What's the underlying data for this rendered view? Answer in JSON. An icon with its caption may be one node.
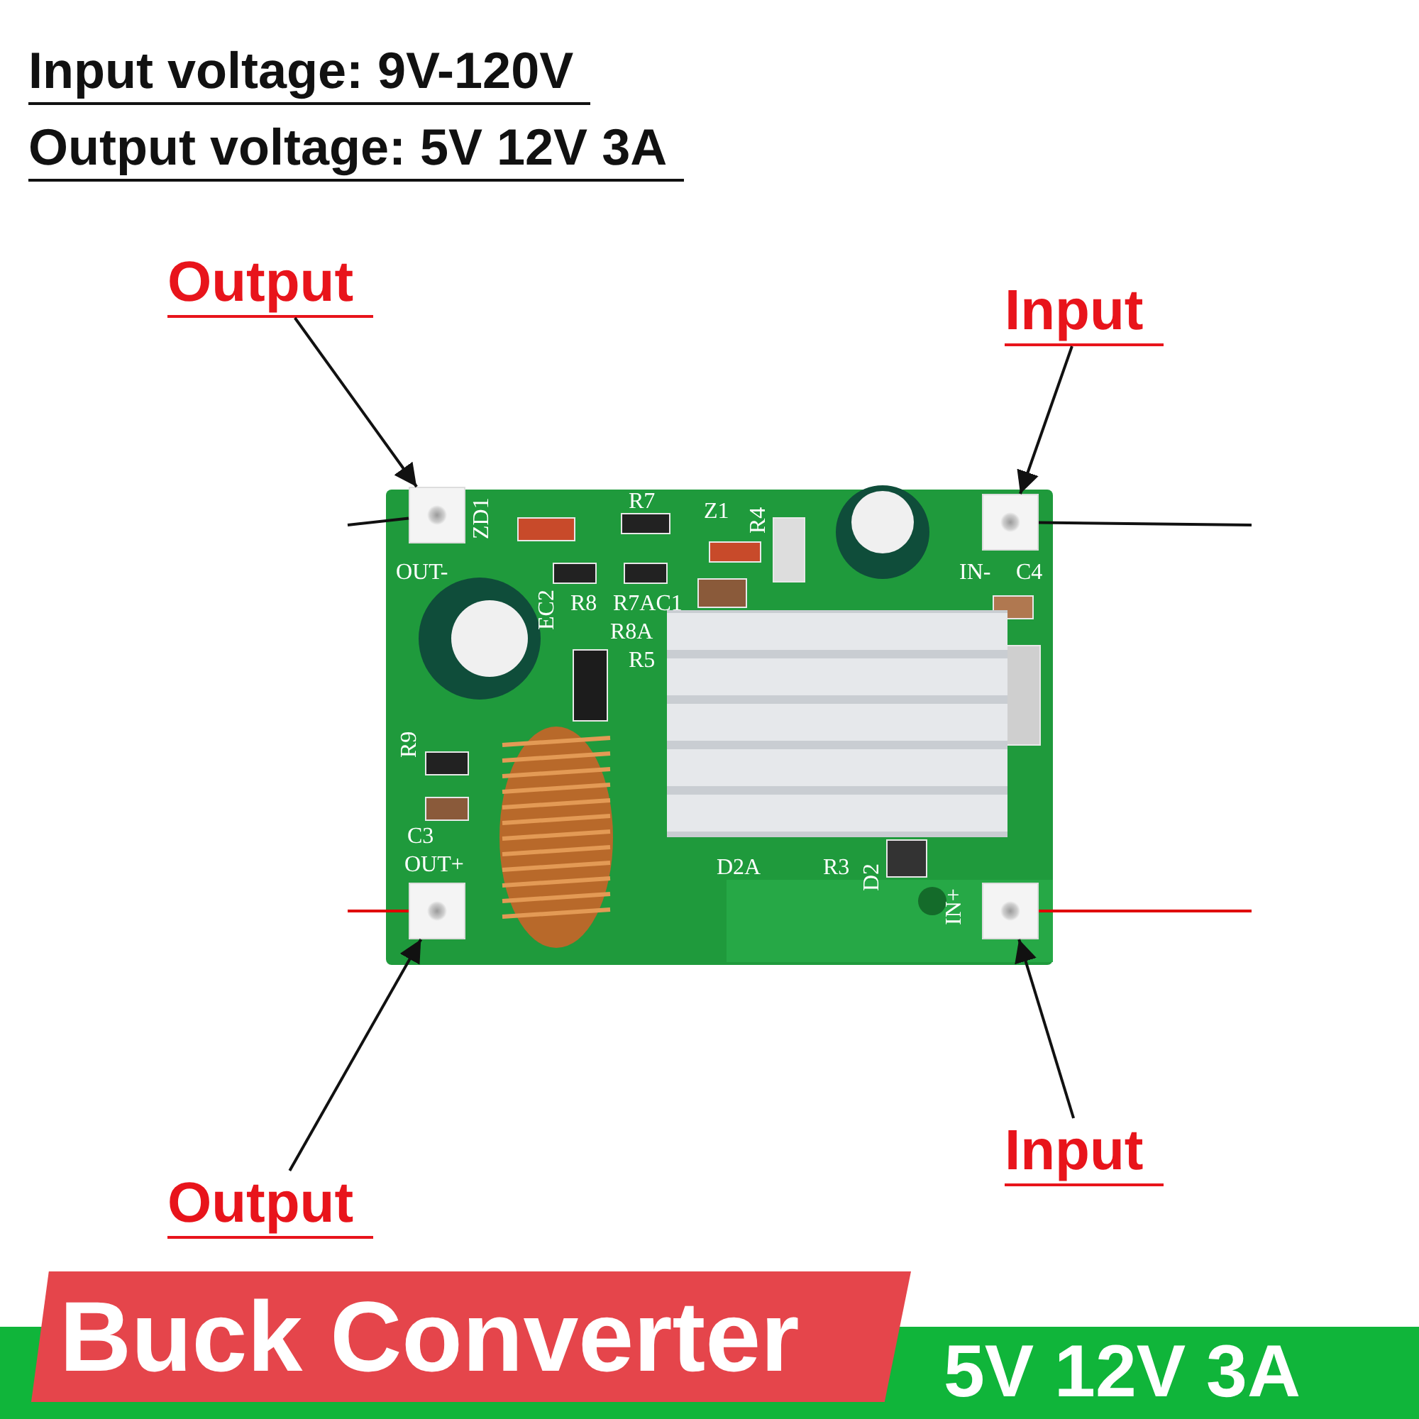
{
  "diagram": {
    "nodes": [
      {
        "text": [
          "Output"
        ]
      },
      {
        "text": [
          "Input"
        ]
      },
      {
        "text": [
          "Output"
        ]
      },
      {
        "text": [
          "Input"
        ]
      },
      {
        "text": [],
        "shape": "box",
        "beside": [
          "OUT-"
        ]
      },
      {
        "text": [],
        "shape": "box",
        "beside": [
          "IN-"
        ]
      },
      {
        "text": [],
        "shape": "box",
        "beside": [
          "OUT+"
        ]
      },
      {
        "text": [],
        "shape": "box",
        "beside": [
          "IN+"
        ]
      },
      {
        "text": [
          "Buck Converter"
        ]
      },
      {
        "text": [
          "5V 12V 3A"
        ]
      }
    ],
    "edges": [
      {
        "from": 0,
        "to": 4,
        "arrow": "to"
      },
      {
        "from": 1,
        "to": 5,
        "arrow": "to"
      },
      {
        "from": 2,
        "to": 6,
        "arrow": "to"
      },
      {
        "from": 3,
        "to": 7,
        "arrow": "to"
      },
      {
        "from": null,
        "to": 4,
        "arrow": "none"
      },
      {
        "from": 5,
        "to": null,
        "arrow": "none"
      },
      {
        "from": null,
        "to": 6,
        "arrow": "none",
        "color": "#e00000"
      },
      {
        "from": 7,
        "to": null,
        "arrow": "none",
        "color": "#e00000"
      }
    ],
    "labels": [
      "Input voltage: 9V-120V",
      "Output voltage: 5V 12V 3A",
      "ZD1",
      "R7",
      "Z1",
      "R4",
      "C4",
      "EC2",
      "R8",
      "R7AC1",
      "R8A",
      "R5",
      "R9",
      "C3",
      "D2A",
      "R3",
      "D2"
    ]
  }
}
